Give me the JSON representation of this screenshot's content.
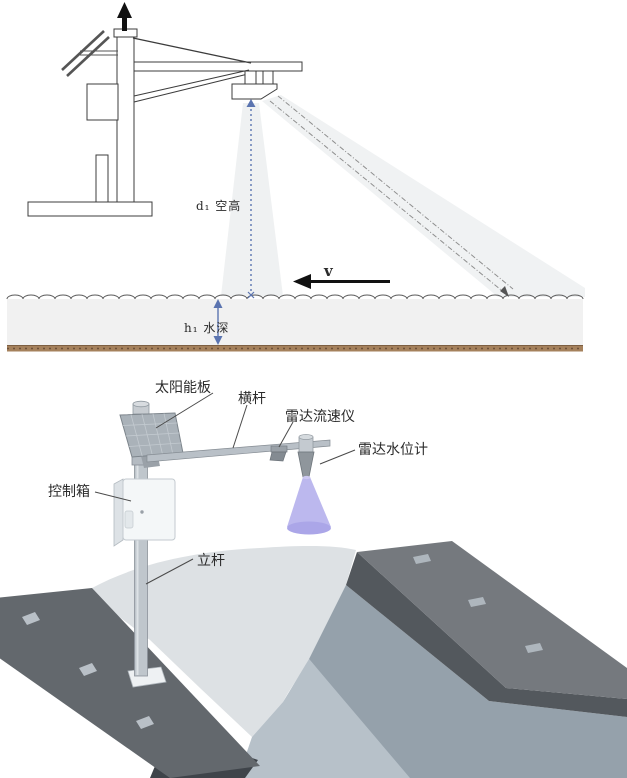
{
  "figure_top": {
    "labels": {
      "air_height": "d₁ 空高",
      "water_depth": "h₁ 水深",
      "velocity": "v"
    }
  },
  "figure_bottom": {
    "labels": {
      "solar_panel": "太阳能板",
      "horizontal_bar": "横杆",
      "radar_velocity_meter": "雷达流速仪",
      "radar_water_level_gauge": "雷达水位计",
      "control_box": "控制箱",
      "vertical_pole": "立杆"
    }
  },
  "colors": {
    "measure_blue": "#5b74b0",
    "beam_purple": "#b5b0ec",
    "riverbed_brown": "#a5815c",
    "bank_dark_gray": "#63686d",
    "bank_top_gray": "#75797e",
    "channel_slope_gray": "#95a1ab",
    "channel_floor_gray": "#b7c1c9",
    "water_gray": "#dde1e4"
  }
}
